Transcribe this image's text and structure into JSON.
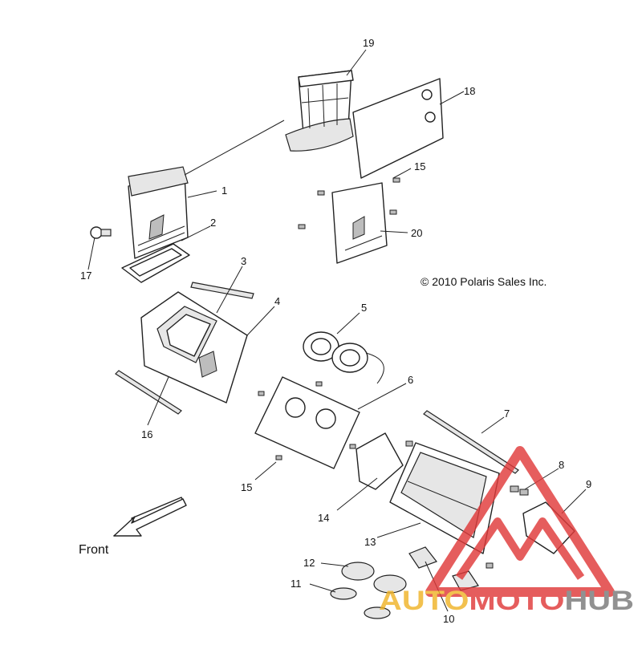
{
  "copyright": "© 2010 Polaris Sales Inc.",
  "front_label": "Front",
  "callouts": {
    "c1": "1",
    "c2": "2",
    "c3": "3",
    "c4": "4",
    "c5": "5",
    "c6": "6",
    "c7": "7",
    "c8": "8",
    "c9": "9",
    "c10": "10",
    "c11": "11",
    "c12": "12",
    "c13": "13",
    "c14": "14",
    "c15a": "15",
    "c15b": "15",
    "c16": "16",
    "c17": "17",
    "c18": "18",
    "c19": "19",
    "c20": "20"
  },
  "watermark": {
    "part1": "AUTO",
    "part2": "MOTO",
    "part3": "HUB",
    "colors": {
      "red": "#e03a3a",
      "gold": "#f0b429",
      "gray": "#7a7a7a"
    }
  }
}
